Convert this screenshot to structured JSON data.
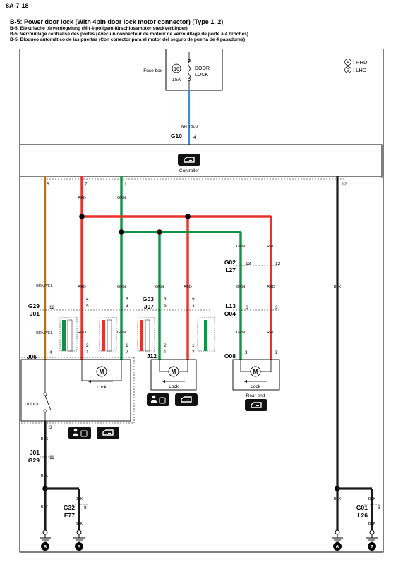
{
  "page": {
    "number": "8A-7-18"
  },
  "titles": {
    "en": "B-5: Power door lock (With 4pin door lock motor connector) (Type 1, 2)",
    "de": "B-5: Elektrische türverriegelung (Mit 4-poligem türschlossmotor-steckverbinder)",
    "fr": "B-5: Verrouillage centralisé des portes (Avec un connecteur de moteur de verrouillage de porte à 4 broches)",
    "es": "B-5: Bloqueo automático de las puertas (Con conector para el motor del seguro de puerta de 4 pasadores)"
  },
  "legend": {
    "a": {
      "key": "A",
      "value": ": RHD"
    },
    "b": {
      "key": "B",
      "value": ": LHD"
    }
  },
  "fuse": {
    "label": "Fuse box",
    "number": "16",
    "amps": "15A",
    "name_line1": "DOOR",
    "name_line2": "LOCK"
  },
  "controller": {
    "label": "Controller",
    "connector": "G10",
    "wire_in": "WHT/BLU"
  },
  "pins": {
    "p4": "4",
    "p6": "6",
    "p7": "7",
    "p1": "1",
    "p12": "12",
    "p13": "13",
    "p3": "3",
    "p2": "2",
    "p8": "8",
    "p11": "11",
    "p5": "5",
    "p9": "9"
  },
  "wire_colors": {
    "red": "RED",
    "grn": "GRN",
    "blk": "BLK",
    "brn_yel": "BRN/YEL"
  },
  "connectors": {
    "g29": "G29",
    "j01": "J01",
    "g03": "G03",
    "j07": "J07",
    "g02": "G02",
    "l27": "L27",
    "l13": "L13",
    "o04": "O04",
    "j06": "J06",
    "j12": "J12",
    "o08": "O08",
    "g32": "G32",
    "e77": "E77",
    "g01": "G01",
    "l26": "L26"
  },
  "motor": {
    "symbol": "M"
  },
  "labels": {
    "lock": "Lock",
    "unlock": "Unlock",
    "rear_end": "Rear end"
  },
  "grounds": {
    "g6": "6",
    "g5": "5",
    "g7": "7"
  },
  "colors": {
    "red": "#e8322c",
    "green": "#0e9442",
    "black": "#1a1a1a",
    "brn_yel": "#e89a2c",
    "blue": "#3c8fd0",
    "purple": "#a33e9a"
  }
}
